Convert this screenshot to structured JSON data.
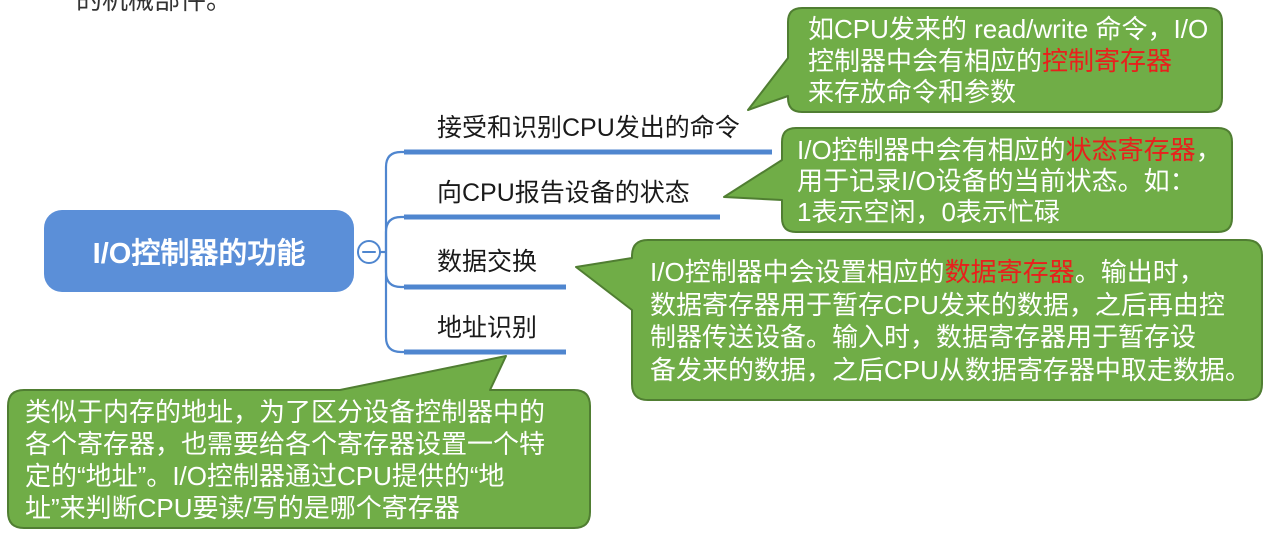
{
  "page_fragment": "的机械部件。",
  "central_node": {
    "label": "I/O控制器的功能",
    "collapse_icon": "collapse-minus-icon"
  },
  "branches": [
    {
      "label": "接受和识别CPU发出的命令",
      "callout": {
        "lines": [
          [
            {
              "text": "如CPU发来的 read/write 命令，I/O"
            }
          ],
          [
            {
              "text": "控制器中会有相应的"
            },
            {
              "text": "控制寄存器",
              "highlight": true
            }
          ],
          [
            {
              "text": "来存放命令和参数"
            }
          ]
        ]
      }
    },
    {
      "label": "向CPU报告设备的状态",
      "callout": {
        "lines": [
          [
            {
              "text": "I/O控制器中会有相应的"
            },
            {
              "text": "状态寄存器",
              "highlight": true
            },
            {
              "text": "，"
            }
          ],
          [
            {
              "text": "用于记录I/O设备的当前状态。如："
            }
          ],
          [
            {
              "text": "1表示空闲，0表示忙碌"
            }
          ]
        ]
      }
    },
    {
      "label": "数据交换",
      "callout": {
        "lines": [
          [
            {
              "text": "I/O控制器中会设置相应的"
            },
            {
              "text": "数据寄存器",
              "highlight": true
            },
            {
              "text": "。输出时，"
            }
          ],
          [
            {
              "text": "数据寄存器用于暂存CPU发来的数据，之后再由控"
            }
          ],
          [
            {
              "text": "制器传送设备。输入时，数据寄存器用于暂存设"
            }
          ],
          [
            {
              "text": "备发来的数据，之后CPU从数据寄存器中取走数据。"
            }
          ]
        ]
      }
    },
    {
      "label": "地址识别",
      "callout": {
        "lines": [
          [
            {
              "text": "类似于内存的地址，为了区分设备控制器中的"
            }
          ],
          [
            {
              "text": "各个寄存器，也需要给各个寄存器设置一个特"
            }
          ],
          [
            {
              "text": "定的“地址”。I/O控制器通过CPU提供的“地"
            }
          ],
          [
            {
              "text": "址”来判断CPU要读/写的是哪个寄存器"
            }
          ]
        ]
      }
    }
  ],
  "colors": {
    "central_node_fill": "#5b8fd8",
    "branch_line": "#4f86cf",
    "callout_fill": "#70ad47",
    "callout_border": "#507e32",
    "callout_text": "#ffffff",
    "highlight_text": "#e8201c",
    "label_text": "#1a1a1a",
    "fragment_text": "#333333"
  }
}
